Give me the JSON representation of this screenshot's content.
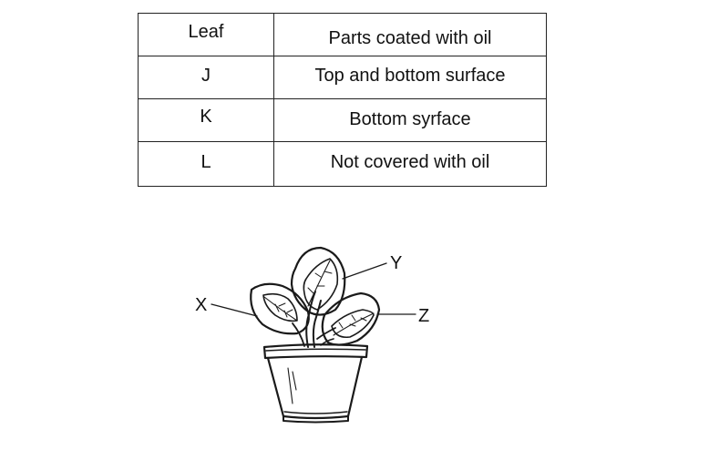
{
  "table": {
    "headers": {
      "leaf": "Leaf",
      "parts": "Parts coated with oil"
    },
    "rows": [
      {
        "leaf": "J",
        "parts": "Top and bottom surface"
      },
      {
        "leaf": "K",
        "parts": "Bottom syrface"
      },
      {
        "leaf": "L",
        "parts": "Not covered with oil"
      }
    ]
  },
  "diagram": {
    "labels": {
      "x": "X",
      "y": "Y",
      "z": "Z"
    }
  }
}
